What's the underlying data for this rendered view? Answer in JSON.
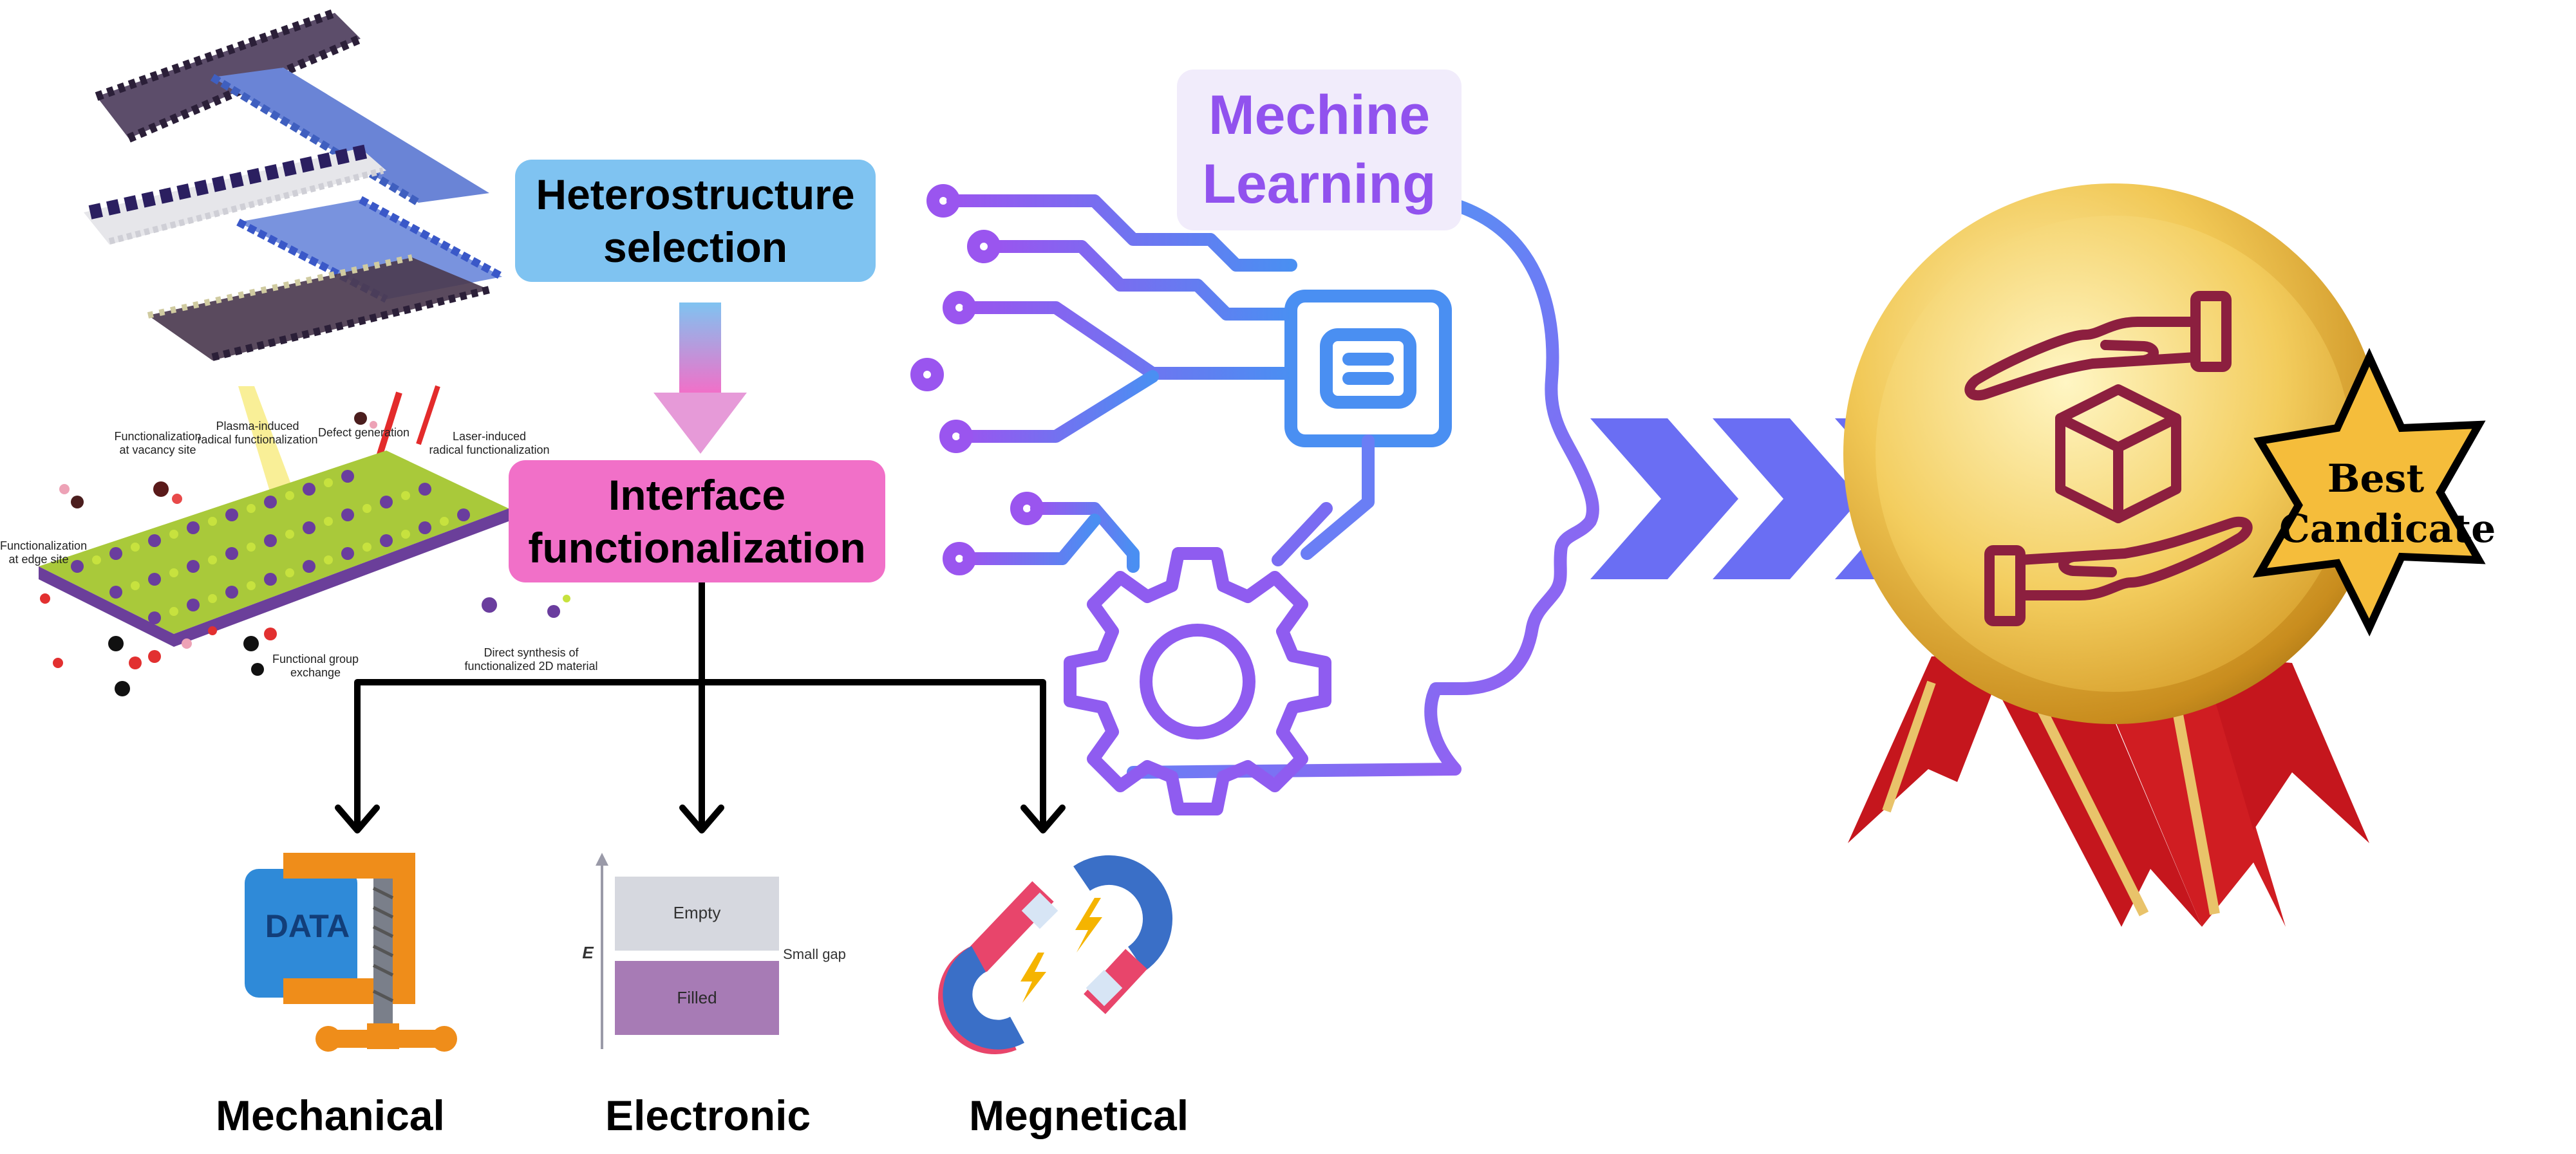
{
  "boxes": {
    "heterostructure": [
      "Heterostructure",
      "selection"
    ],
    "interface": [
      "Interface",
      "functionalization"
    ],
    "machine_learning": [
      "Mechine",
      "Learning"
    ]
  },
  "properties": {
    "mechanical": "Mechanical",
    "electronic": "Electronic",
    "magnetic": "Megnetical"
  },
  "mechanical_icon": {
    "label": "DATA"
  },
  "band_diagram": {
    "axis_label": "E",
    "empty": "Empty",
    "filled": "Filled",
    "gap": "Small gap"
  },
  "functionalization_labels": {
    "vacancy": [
      "Functionalization",
      "at vacancy site"
    ],
    "plasma": [
      "Plasma-induced",
      "radical functionalization"
    ],
    "defect": "Defect generation",
    "laser": [
      "Laser-induced",
      "radical functionalization"
    ],
    "edge": [
      "Functionalization",
      "at edge site"
    ],
    "group_exchange": [
      "Functional group",
      "exchange"
    ],
    "direct_synthesis": [
      "Direct synthesis of",
      "functionalized 2D material"
    ]
  },
  "result": {
    "label": [
      "Best",
      "Candicate"
    ]
  },
  "colors": {
    "hetero_box": "#7fc3f1",
    "interface_box": "#f170c8",
    "ml_box": "#f1ecfb",
    "ml_text": "#9152ee",
    "chevrons": "#6a6ef3",
    "medal_gold": "#f2c94c",
    "ribbon_red": "#c5161d",
    "star": "#f5bd3b",
    "icon_maroon": "#8c1f3f"
  }
}
